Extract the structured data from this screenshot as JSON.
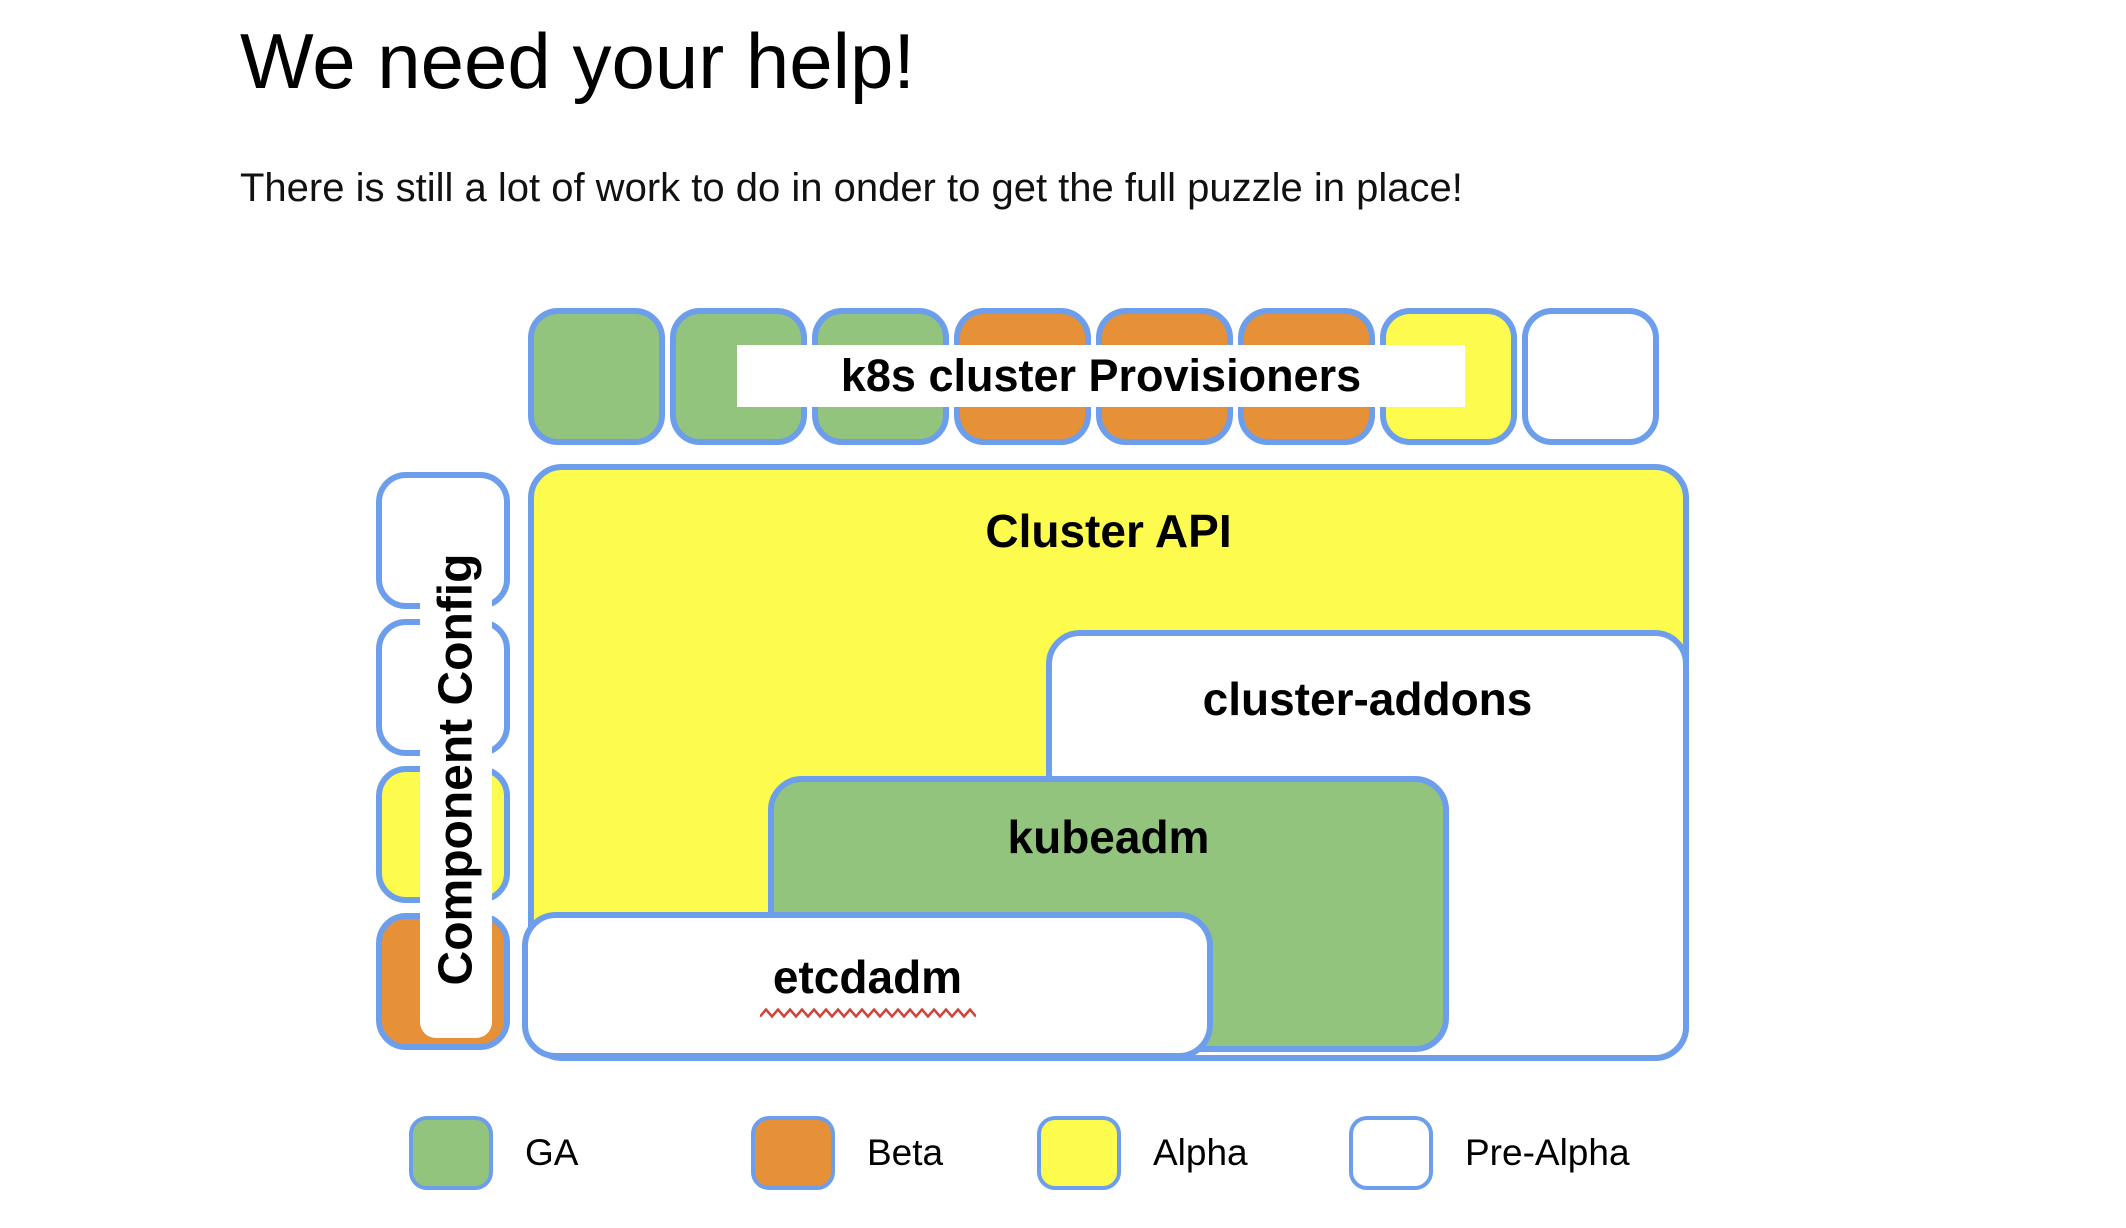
{
  "slide": {
    "title": "We need your help!",
    "subtitle": "There is still a lot of work to do in onder to get the full puzzle in place!"
  },
  "colors": {
    "ga_green": "#93c47d",
    "beta_orange": "#e69138",
    "alpha_yellow": "#fdfb4e",
    "pre_alpha_white": "#ffffff",
    "border_blue": "#6d9eeb",
    "squiggle_red": "#cf4437"
  },
  "diagram": {
    "provisioners_label": "k8s cluster Provisioners",
    "provisioner_pieces": [
      "GA",
      "GA",
      "GA",
      "Beta",
      "Beta",
      "Beta",
      "Alpha",
      "Pre-Alpha"
    ],
    "component_config": {
      "label": "Component Config",
      "pieces": [
        "Pre-Alpha",
        "Pre-Alpha",
        "Alpha",
        "Beta"
      ]
    },
    "boxes": [
      {
        "label": "Cluster API",
        "status": "Alpha"
      },
      {
        "label": "cluster-addons",
        "status": "Pre-Alpha"
      },
      {
        "label": "kubeadm",
        "status": "GA"
      },
      {
        "label": "etcdadm",
        "status": "Pre-Alpha",
        "spellcheck_underline": true
      }
    ]
  },
  "legend": [
    {
      "label": "GA",
      "color": "#93c47d"
    },
    {
      "label": "Beta",
      "color": "#e69138"
    },
    {
      "label": "Alpha",
      "color": "#fdfb4e"
    },
    {
      "label": "Pre-Alpha",
      "color": "#ffffff"
    }
  ]
}
